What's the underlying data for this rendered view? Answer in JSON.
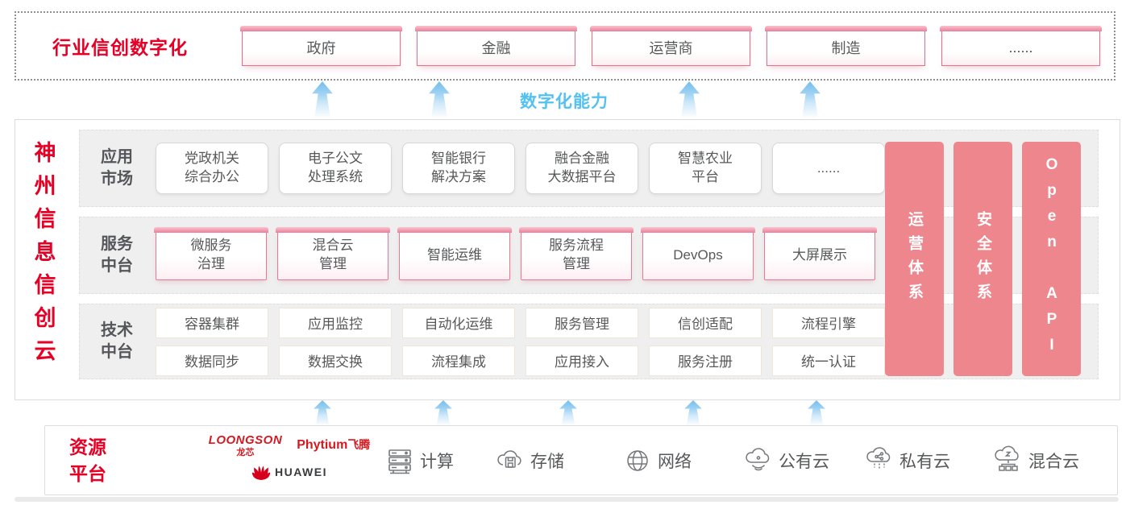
{
  "colors": {
    "accent_red": "#e50026",
    "pillar_pink": "#ee868e",
    "capability_blue": "#53c1f1",
    "text_gray": "#57585a",
    "vendor_red": "#d7191f",
    "box_border_pink": "#e4708a"
  },
  "top_band": {
    "label": "行业信创数字化",
    "industries": [
      "政府",
      "金融",
      "运营商",
      "制造",
      "......"
    ]
  },
  "capability": {
    "label": "数字化能力"
  },
  "platform": {
    "vertical_title": "神州信息信创云",
    "rows": [
      {
        "label": "应用\n市场",
        "items": [
          "党政机关\n综合办公",
          "电子公文\n处理系统",
          "智能银行\n解决方案",
          "融合金融\n大数据平台",
          "智慧农业\n平台",
          "......"
        ]
      },
      {
        "label": "服务\n中台",
        "items": [
          "微服务\n治理",
          "混合云\n管理",
          "智能运维",
          "服务流程\n管理",
          "DevOps",
          "大屏展示"
        ]
      },
      {
        "label": "技术\n中台",
        "items_row1": [
          "容器集群",
          "应用监控",
          "自动化运维",
          "服务管理",
          "信创适配",
          "流程引擎"
        ],
        "items_row2": [
          "数据同步",
          "数据交换",
          "流程集成",
          "应用接入",
          "服务注册",
          "统一认证"
        ]
      }
    ],
    "pillars": [
      "运营体系",
      "安全体系",
      "Open API"
    ]
  },
  "resources": {
    "label": "资源\n平台",
    "vendors": {
      "loongson_en": "LOONGSON",
      "loongson_cn": "龙芯",
      "phytium_en": "Phytium",
      "phytium_cn": "飞腾",
      "huawei": "HUAWEI"
    },
    "items": [
      {
        "icon": "server-icon",
        "label": "计算"
      },
      {
        "icon": "storage-cloud-icon",
        "label": "存储"
      },
      {
        "icon": "network-globe-icon",
        "label": "网络"
      },
      {
        "icon": "public-cloud-icon",
        "label": "公有云"
      },
      {
        "icon": "private-cloud-icon",
        "label": "私有云"
      },
      {
        "icon": "hybrid-cloud-icon",
        "label": "混合云"
      }
    ]
  }
}
